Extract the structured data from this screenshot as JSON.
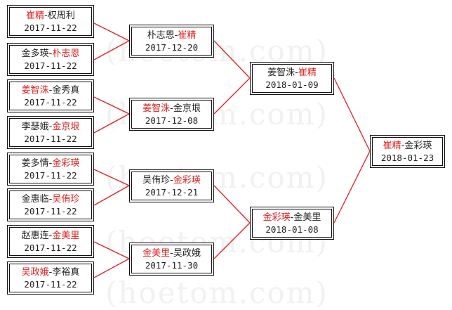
{
  "watermark": "(hoetom.com)",
  "colors": {
    "winner": "#e02020",
    "line": "#e02020",
    "text": "#222222"
  },
  "round1": [
    {
      "p1": "崔精",
      "p2": "权周利",
      "winner": 1,
      "date": "2017-11-22"
    },
    {
      "p1": "金多瑛",
      "p2": "朴志恩",
      "winner": 2,
      "date": "2017-11-22"
    },
    {
      "p1": "姜智洙",
      "p2": "金秀真",
      "winner": 1,
      "date": "2017-11-22"
    },
    {
      "p1": "李瑟娥",
      "p2": "金京垠",
      "winner": 2,
      "date": "2017-11-22"
    },
    {
      "p1": "姜多情",
      "p2": "金彩瑛",
      "winner": 2,
      "date": "2017-11-22"
    },
    {
      "p1": "金惠临",
      "p2": "吴侑珍",
      "winner": 2,
      "date": "2017-11-22"
    },
    {
      "p1": "赵惠连",
      "p2": "金美里",
      "winner": 2,
      "date": "2017-11-22"
    },
    {
      "p1": "吴政娥",
      "p2": "李裕真",
      "winner": 1,
      "date": "2017-11-22"
    }
  ],
  "round2": [
    {
      "p1": "朴志恩",
      "p2": "崔精",
      "winner": 2,
      "date": "2017-12-20"
    },
    {
      "p1": "姜智洙",
      "p2": "金京垠",
      "winner": 1,
      "date": "2017-12-08"
    },
    {
      "p1": "吴侑珍",
      "p2": "金彩瑛",
      "winner": 2,
      "date": "2017-12-21"
    },
    {
      "p1": "金美里",
      "p2": "吴政娥",
      "winner": 1,
      "date": "2017-11-30"
    }
  ],
  "round3": [
    {
      "p1": "姜智洙",
      "p2": "崔精",
      "winner": 2,
      "date": "2018-01-09"
    },
    {
      "p1": "金彩瑛",
      "p2": "金美里",
      "winner": 1,
      "date": "2018-01-08"
    }
  ],
  "final": [
    {
      "p1": "崔精",
      "p2": "金彩瑛",
      "winner": 1,
      "date": "2018-01-23"
    }
  ]
}
